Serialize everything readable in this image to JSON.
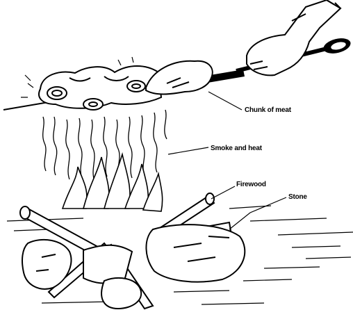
{
  "labels": {
    "meat": "Chunk of meat",
    "smoke": "Smoke and heat",
    "firewood": "Firewood",
    "stone": "Stone"
  },
  "colors": {
    "ink": "#000000",
    "paper": "#ffffff"
  }
}
